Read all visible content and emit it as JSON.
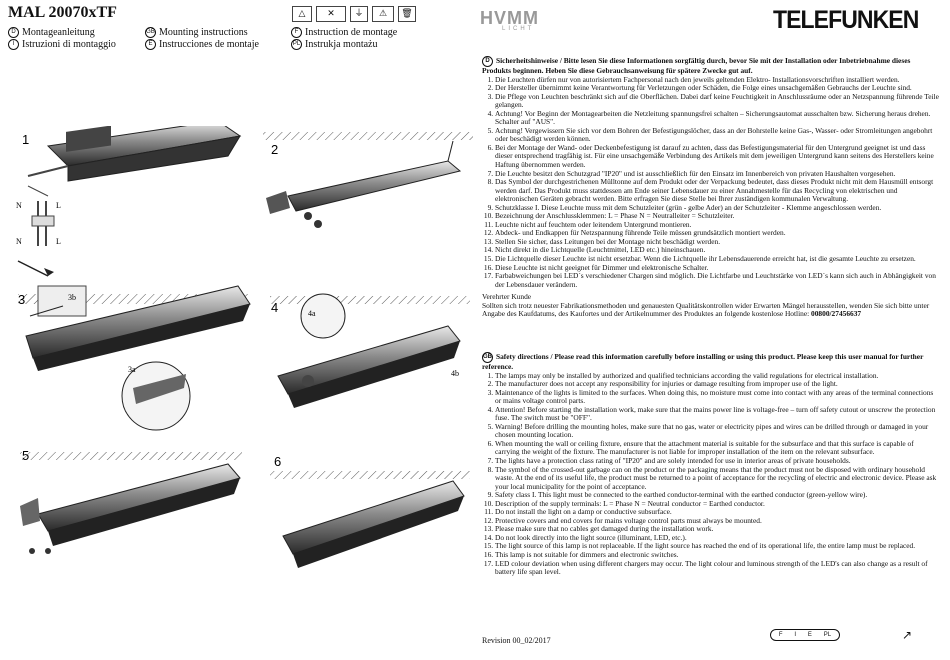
{
  "header": {
    "title": "MAL 20070xTF",
    "languages": [
      {
        "code": "D",
        "label": "Montageanleitung"
      },
      {
        "code": "I",
        "label": "Istruzioni di montaggio"
      },
      {
        "code": "GB",
        "label": "Mounting instructions"
      },
      {
        "code": "E",
        "label": "Instrucciones de montaje"
      },
      {
        "code": "F",
        "label": "Instruction de montage"
      },
      {
        "code": "PL",
        "label": "Instrukja montażu"
      }
    ],
    "warning_symbols": [
      "no-water-icon",
      "no-fire-icon",
      "class-1-icon",
      "warning-icon",
      "recycling-bin-icon"
    ],
    "brand_left": {
      "main": "HVMM",
      "sub": "LICHT"
    },
    "brand_right": "TELEFUNKEN"
  },
  "illustration": {
    "steps": [
      "1",
      "2",
      "3",
      "3b",
      "3a",
      "4",
      "4a",
      "4b",
      "5",
      "6"
    ],
    "wire_labels": [
      "N",
      "L",
      "N",
      "L"
    ]
  },
  "de": {
    "code": "D",
    "heading": "Sicherheitshinweise / Bitte lesen Sie diese Informationen sorgfältig durch, bevor Sie mit der Installation oder Inbetriebnahme dieses Produkts beginnen. Heben Sie diese Gebrauchsanweisung für spätere Zwecke gut auf.",
    "items": [
      "Die Leuchten dürfen nur von autorisiertem Fachpersonal nach den jeweils geltenden Elektro- Installationsvorschriften installiert werden.",
      "Der Hersteller übernimmt keine Verantwortung für Verletzungen oder Schäden, die Folge eines unsachgemäßen Gebrauchs der Leuchte sind.",
      "Die Pflege von Leuchten beschränkt sich auf die Oberflächen. Dabei darf keine Feuchtigkeit in Anschlussräume oder an Netzspannung führende Teile gelangen.",
      "Achtung! Vor Beginn der Montagearbeiten die Netzleitung spannungsfrei schalten – Sicherungsautomat ausschalten bzw. Sicherung heraus drehen. Schalter auf \"AUS\".",
      "Achtung! Vergewissern Sie sich vor dem Bohren der Befestigungslöcher, dass an der Bohrstelle keine Gas-, Wasser- oder Stromleitungen angebohrt oder beschädigt werden können.",
      "Bei der Montage der Wand- oder Deckenbefestigung ist darauf zu achten, dass das Befestigungsmaterial für den Untergrund geeignet ist und dass dieser entsprechend tragfähig ist. Für eine unsachgemäße Verbindung des Artikels mit dem jeweiligen Untergrund kann seitens des Herstellers keine Haftung übernommen werden.",
      "Die Leuchte besitzt den Schutzgrad \"IP20\" und ist ausschließlich für den Einsatz im Innenbereich von privaten Haushalten vorgesehen.",
      "Das Symbol der durchgestrichenen Mülltonne auf dem Produkt oder der Verpackung bedeutet, dass dieses Produkt nicht mit dem Hausmüll entsorgt werden darf. Das Produkt muss stattdessen am Ende seiner Lebensdauer zu einer Annahmestelle für das Recycling von elektrischen und elektronischen Geräten gebracht werden. Bitte erfragen Sie diese Stelle bei Ihrer zuständigen kommunalen Verwaltung.",
      "Schutzklasse I. Diese Leuchte muss mit dem Schutzleiter (grün - gelbe Ader) an der Schutzleiter - Klemme angeschlossen werden.",
      "Bezeichnung der Anschlussklemmen: L = Phase N = Neutralleiter = Schutzleiter.",
      "Leuchte nicht auf feuchtem oder leitendem Untergrund montieren.",
      "Abdeck- und Endkappen für Netzspannung führende Teile müssen grundsätzlich montiert werden.",
      "Stellen Sie sicher, dass Leitungen bei der Montage nicht beschädigt werden.",
      "Nicht direkt in die Lichtquelle (Leuchtmittel, LED etc.) hineinschauen.",
      "Die Lichtquelle dieser Leuchte ist nicht ersetzbar. Wenn die Lichtquelle ihr Lebensdauerende erreicht hat, ist die gesamte Leuchte zu ersetzen.",
      "Diese Leuchte ist nicht geeignet für Dimmer und elektronische Schalter.",
      "Farbabweichungen bei LED´s verschiedener Chargen sind möglich. Die Lichtfarbe und Leuchtstärke von LED´s kann sich auch in Abhängigkeit von der Lebensdauer verändern."
    ],
    "customer_heading": "Verehrter Kunde",
    "customer_text": "Sollten sich trotz neuester Fabrikationsmethoden und genauesten Qualitätskontrollen wider Erwarten Mängel herausstellen, wenden Sie sich bitte unter Angabe des Kaufdatums, des Kaufortes und der Artikelnummer des Produktes an folgende kostenlose Hotline:",
    "hotline": "00800/27456637"
  },
  "gb": {
    "code": "GB",
    "heading": "Safety directions / Please read this information carefully before installing or using this product. Please keep this user manual for further reference.",
    "items": [
      "The lamps may only be installed by authorized and qualified technicians according the valid regulations for electrical installation.",
      "The manufacturer does not accept any responsibility for injuries or damage resulting from improper use of the light.",
      "Maintenance of the lights is limited to the surfaces. When doing this, no moisture must come into contact with any areas of the terminal connections or mains voltage control parts.",
      "Attention! Before starting the installation work, make sure that the mains power line is voltage-free – turn off safety cutout or unscrew the protection fuse. The switch must be \"OFF\".",
      "Warning! Before drilling the mounting holes, make sure that no gas, water or electricity pipes and wires can be drilled through or damaged in your chosen mounting location.",
      "When mounting the wall or ceiling fixture, ensure that the attachment material is suitable for the subsurface and that this surface is capable of carrying the weight of the fixture. The manufacturer is not liable for improper installation of the item on the relevant subsurface.",
      "The lights have a protection class rating of \"IP20\" and are solely intended for use in interior areas of private households.",
      "The symbol of the crossed-out garbage can on the product or the packaging means that the product must not be disposed with ordinary household waste. At the end of its useful life, the product must be returned to a point of acceptance for the recycling of electric and electronic device. Please ask your local municipality for the point of acceptance.",
      "Safety class I. This light must be connected to the earthed conductor-terminal with the earthed conductor (green-yellow wire).",
      "Description of the supply terminals: L = Phase N = Neutral conductor = Earthed conductor.",
      "Do not install the light on a damp or conductive subsurface.",
      "Protective covers and end covers for mains voltage control parts must always be mounted.",
      "Please make sure that no cables get damaged during the installation work.",
      "Do not look directly into the light source (illuminant, LED, etc.).",
      "The light source of this lamp is not replaceable. If the light source has reached the end of its operational life, the entire lamp must be replaced.",
      "This lamp is not suitable for dimmers and electronic switches.",
      "LED colour deviation when using different chargers may occur. The light colour and luminous strength of the LED's can also change as a result of battery life span level."
    ]
  },
  "footer": {
    "revision": "Revision 00_02/2017",
    "language_codes": [
      "F",
      "I",
      "E",
      "PL"
    ]
  }
}
